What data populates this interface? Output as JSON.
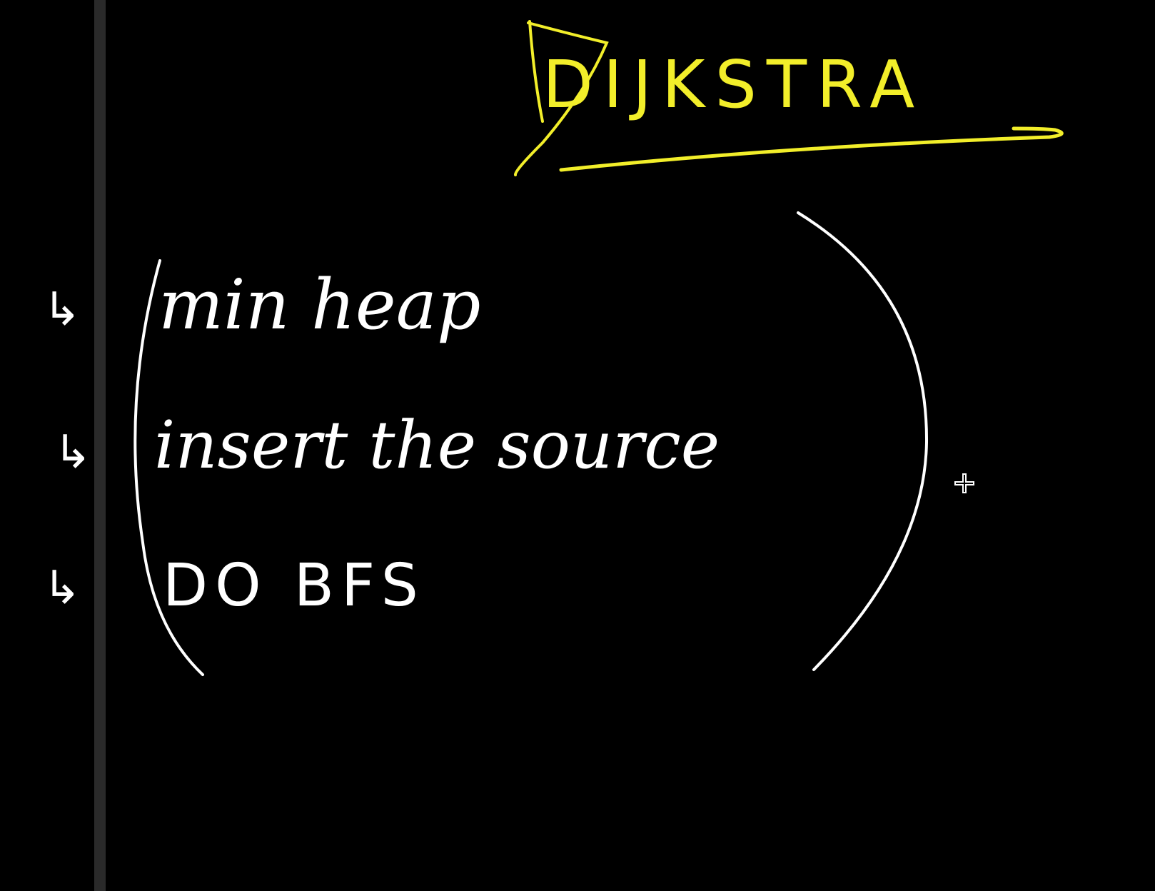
{
  "board": {
    "title": "DIJKSTRA",
    "steps": [
      {
        "marker": "↳",
        "text": "min heap"
      },
      {
        "marker": "↳",
        "text": "insert the source"
      },
      {
        "marker": "↳",
        "text": "DO BFS"
      }
    ],
    "cursor_icon": "crosshair-plus-icon"
  },
  "colors": {
    "background": "#000000",
    "title_ink": "#f2ee2a",
    "body_ink": "#ffffff",
    "rail": "#2a2a2a"
  }
}
